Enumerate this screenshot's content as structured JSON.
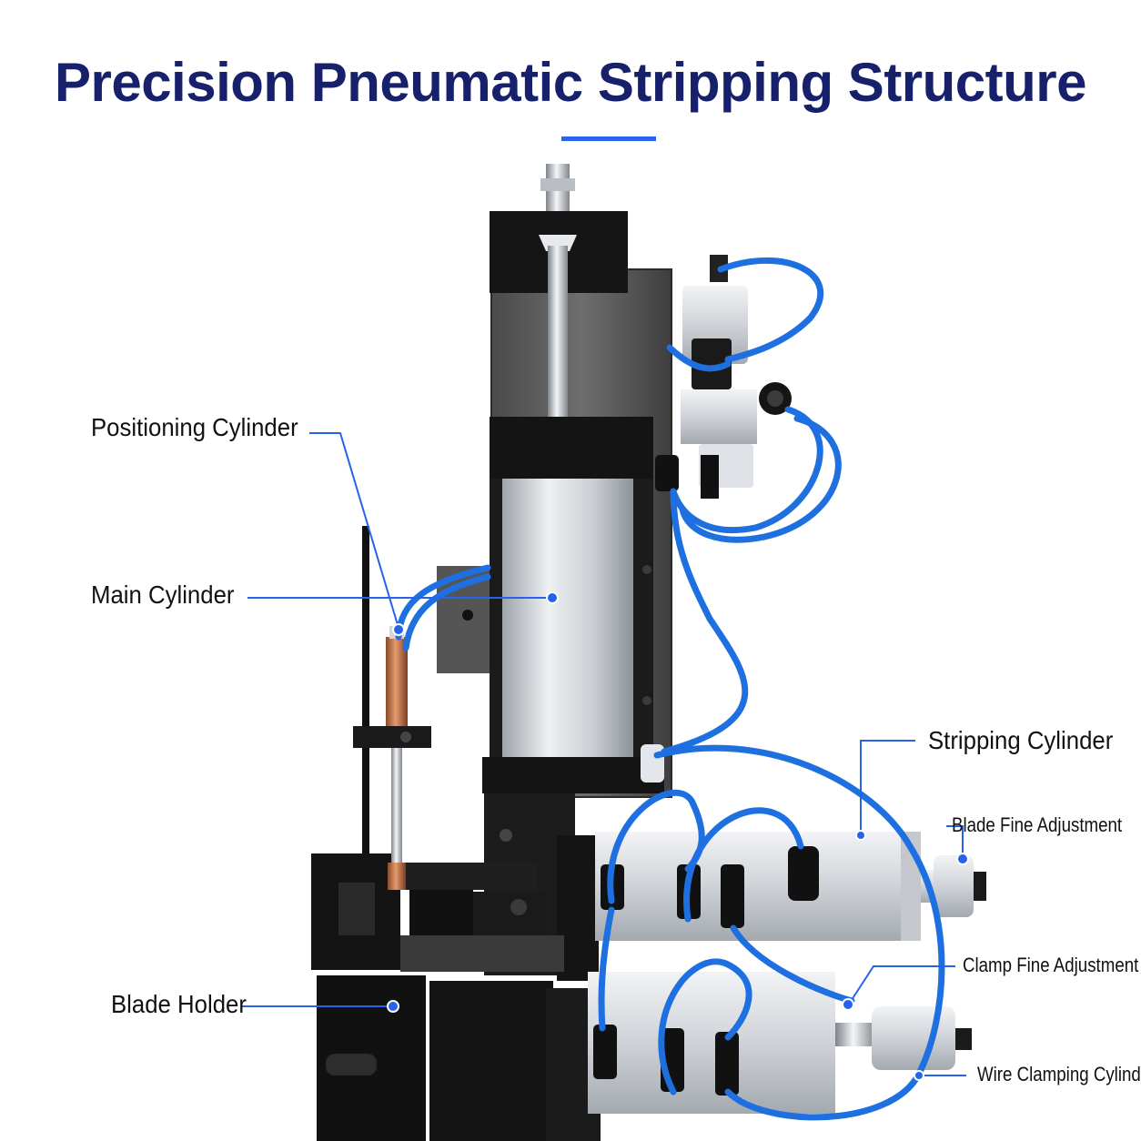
{
  "title": "Precision Pneumatic Stripping Structure",
  "colors": {
    "title": "#16206b",
    "accent": "#2563eb",
    "tube": "#1e6fe0",
    "frame": "#1a1a1a",
    "aluminum": "#d9dde2"
  },
  "callouts": {
    "positioning_cylinder": "Positioning Cylinder",
    "main_cylinder": "Main Cylinder",
    "blade_holder": "Blade Holder",
    "stripping_cylinder": "Stripping Cylinder",
    "blade_fine_adjustment": "Blade Fine Adjustment",
    "clamp_fine_adjustment": "Clamp Fine Adjustment",
    "wire_clamping_cylinder": "Wire Clamping Cylinder"
  }
}
